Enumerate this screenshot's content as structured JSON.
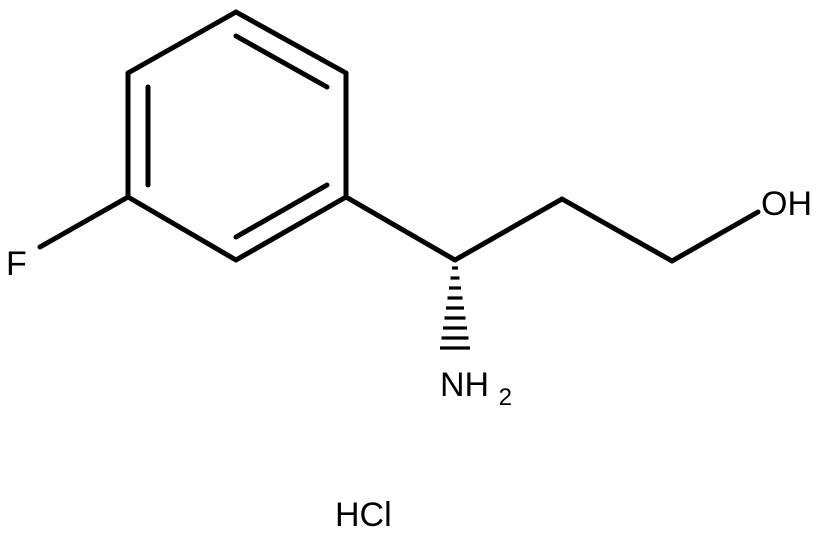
{
  "structure": {
    "atoms": {
      "fluorine": "F",
      "hydroxyl": "OH",
      "amine": "NH",
      "amine_subscript": "2"
    },
    "salt": "HCl",
    "stereo_bond": "hashed-wedge",
    "colors": {
      "ink": "#000000",
      "background": "#ffffff"
    }
  }
}
